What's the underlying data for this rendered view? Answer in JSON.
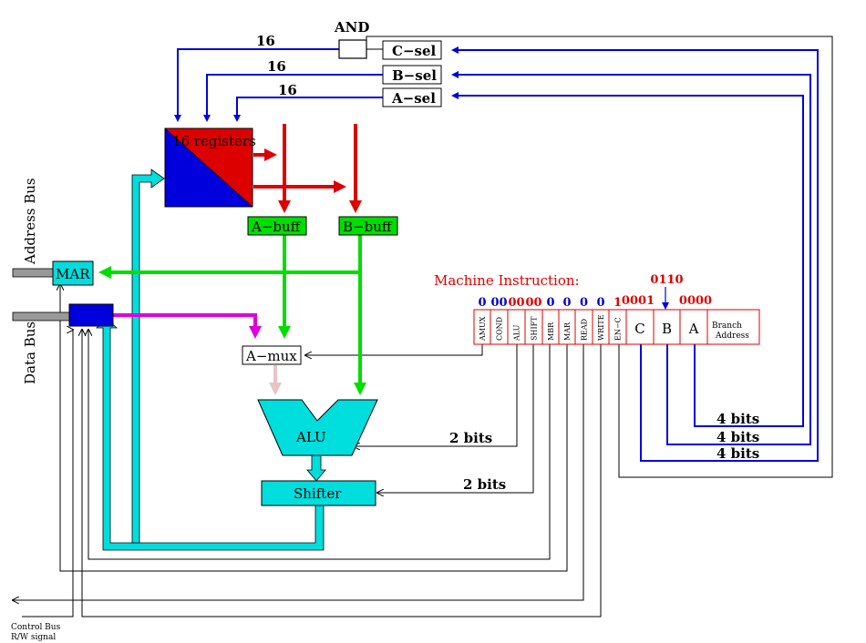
{
  "labels": {
    "and_gate": "AND",
    "c_sel": "C−sel",
    "b_sel": "B−sel",
    "a_sel": "A−sel",
    "width_c": "16",
    "width_b": "16",
    "width_a": "16",
    "registers": "16 registers",
    "a_buff": "A−buff",
    "b_buff": "B−buff",
    "mar": "MAR",
    "mbr": "",
    "address_bus": "Address Bus",
    "data_bus": "Data Bus",
    "a_mux": "A−mux",
    "alu": "ALU",
    "shifter": "Shifter",
    "alu_bits": "2 bits",
    "shift_bits": "2 bits",
    "c_bits": "4 bits",
    "b_bits": "4 bits",
    "a_bits": "4 bits",
    "control_bus": "Control Bus",
    "rw_signal": "R/W signal",
    "machine_instruction": "Machine Instruction:"
  },
  "instruction": {
    "fields": [
      {
        "name": "AMUX",
        "value": "0",
        "color": "blue"
      },
      {
        "name": "COND",
        "value": "00",
        "color": "blue"
      },
      {
        "name": "ALU",
        "value": "00",
        "color": "red"
      },
      {
        "name": "SHIFT",
        "value": "00",
        "color": "red"
      },
      {
        "name": "MBR",
        "value": "0",
        "color": "blue"
      },
      {
        "name": "MAR",
        "value": "0",
        "color": "blue"
      },
      {
        "name": "READ",
        "value": "0",
        "color": "blue"
      },
      {
        "name": "WRITE",
        "value": "0",
        "color": "blue"
      },
      {
        "name": "EN−C",
        "value": "1",
        "color": "red"
      }
    ],
    "reg_fields": [
      {
        "name": "C",
        "value": "0001"
      },
      {
        "name": "B",
        "value": "0110"
      },
      {
        "name": "A",
        "value": "0000"
      }
    ],
    "branch_line1": "Branch",
    "branch_line2": "Address"
  },
  "colors": {
    "blue": "#0000dd",
    "red": "#dd0000",
    "green": "#00dd00",
    "cyan": "#00dddd",
    "magenta": "#dd00dd",
    "pink": "#e8c4c4",
    "black": "#000000",
    "gray": "#999999"
  }
}
